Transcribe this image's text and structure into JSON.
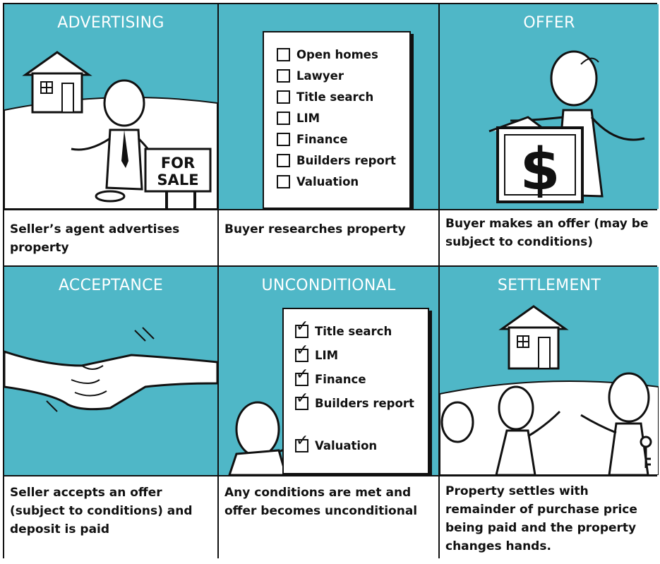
{
  "panels": [
    {
      "title": "ADVERTISING",
      "caption": "Seller’s agent advertises property",
      "sign_lines": [
        "FOR",
        "SALE"
      ]
    },
    {
      "title": "",
      "caption": "Buyer researches property",
      "checklist": [
        {
          "label": "Open homes",
          "checked": false
        },
        {
          "label": "Lawyer",
          "checked": false
        },
        {
          "label": "Title search",
          "checked": false
        },
        {
          "label": "LIM",
          "checked": false
        },
        {
          "label": "Finance",
          "checked": false
        },
        {
          "label": "Builders report",
          "checked": false
        },
        {
          "label": "Valuation",
          "checked": false
        }
      ]
    },
    {
      "title": "OFFER",
      "caption": "Buyer makes an offer (may be subject to conditions)",
      "sign_symbol": "$"
    },
    {
      "title": "ACCEPTANCE",
      "caption": "Seller accepts an offer (subject to conditions) and deposit is paid"
    },
    {
      "title": "UNCONDITIONAL",
      "caption": "Any conditions are met and offer becomes unconditional",
      "checklist": [
        {
          "label": "Title search",
          "checked": true
        },
        {
          "label": "LIM",
          "checked": true
        },
        {
          "label": "Finance",
          "checked": true
        },
        {
          "label": "Builders report",
          "checked": true
        },
        {
          "label": "Valuation",
          "checked": true
        }
      ]
    },
    {
      "title": "SETTLEMENT",
      "caption": "Property settles with remainder of purchase price being paid and the property changes hands."
    }
  ],
  "colors": {
    "panel_bg": "#4fb7c7",
    "ink": "#111111",
    "paper": "#ffffff"
  },
  "icons": [
    "house-icon",
    "person-figure-icon",
    "for-sale-sign-icon",
    "checklist-icon",
    "dollar-sign-icon",
    "handshake-icon",
    "key-icon"
  ]
}
